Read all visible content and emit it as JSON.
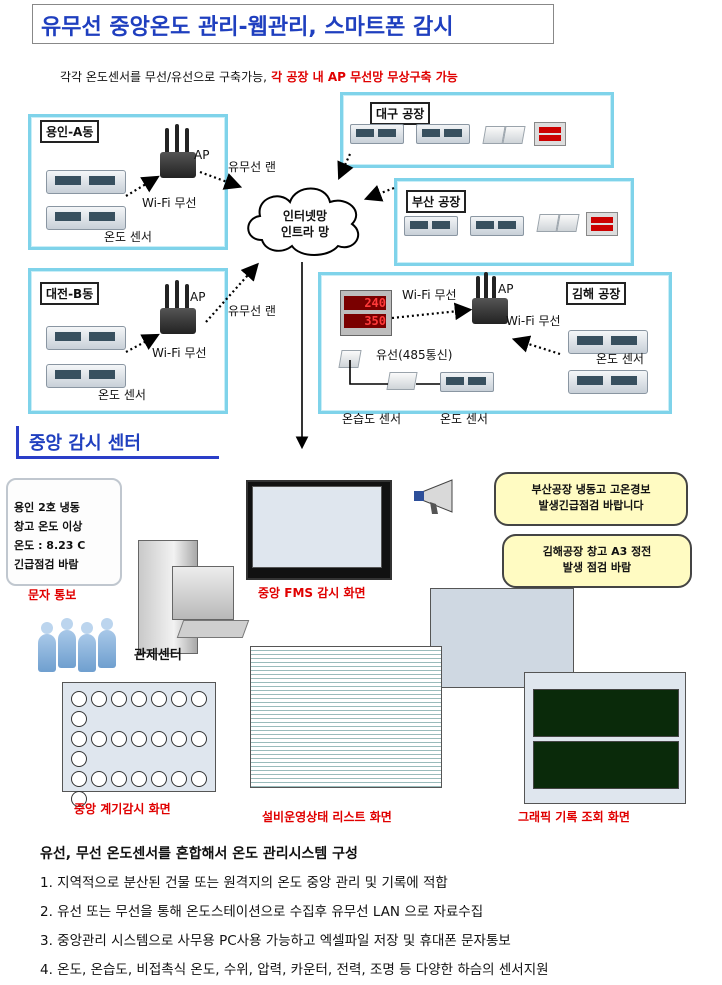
{
  "title": "유무선 중앙온도 관리-웹관리, 스마트폰 감시",
  "intro": {
    "normal": "각각 온도센서를 무선/유선으로 구축가능,",
    "highlight": " 각 공장 내 AP 무선망 무상구축 가능"
  },
  "sites": {
    "yongin": {
      "label": "용인-A동",
      "ap": "AP",
      "wifi": "Wi-Fi 무선",
      "sensor": "온도 센서"
    },
    "daejeon": {
      "label": "대전-B동",
      "ap": "AP",
      "wifi": "Wi-Fi 무선",
      "sensor": "온도 센서"
    },
    "daegu": {
      "label": "대구 공장"
    },
    "busan": {
      "label": "부산 공장"
    },
    "gimhae": {
      "label": "김해 공장",
      "ap": "AP",
      "wifi_left": "Wi-Fi 무선",
      "wifi_right": "Wi-Fi 무선",
      "wired": "유선(485통신)",
      "sensor": "온도 센서",
      "th_sensor": "온습도 센서",
      "display_top": "240",
      "display_bottom": "350"
    }
  },
  "links": {
    "lan_top": "유무선 랜",
    "lan_mid": "유무선 랜"
  },
  "cloud": {
    "line1": "인터넷망",
    "line2": "인트라 망"
  },
  "center": {
    "title": "중앙 감시 센터",
    "phone": {
      "lines": [
        "용인 2호 냉동",
        "창고 온도 이상",
        "온도 : 8.23 C",
        "긴급점검 바람"
      ],
      "caption": "문자 통보"
    },
    "fms_caption": "중앙 FMS 감시 화면",
    "control_label": "관제센터",
    "bubble1": {
      "line1": "부산공장 냉동고 고온경보",
      "line2": "발생긴급점검 바랍니다"
    },
    "bubble2": {
      "line1": "김해공장 창고 A3 정전",
      "line2": "발생 점검 바람"
    },
    "gauge_caption": "중앙 계기감시 화면",
    "list_caption": "설비운영상태 리스트 화면",
    "graph_caption": "그래픽 기록 조회 화면"
  },
  "summary": {
    "heading": "유선, 무선 온도센서를 혼합해서  온도 관리시스템 구성",
    "items": [
      "1. 지역적으로 분산된 건물 또는 원격지의 온도 중앙 관리 및 기록에 적합",
      "2. 유선 또는 무선을 통해 온도스테이션으로 수집후 유무선 LAN 으로 자료수집",
      "3. 중앙관리 시스템으로 사무용 PC사용 가능하고  엑셀파일 저장 및 휴대폰 문자통보",
      "4. 온도, 온습도, 비접촉식 온도, 수위, 압력, 카운터, 전력, 조명 등 다양한 하슴의 센서지원"
    ]
  },
  "colors": {
    "title": "#1f3fbf",
    "highlight": "#e00000",
    "frame": "#7fd3ea",
    "bubble": "#fffbc2"
  }
}
